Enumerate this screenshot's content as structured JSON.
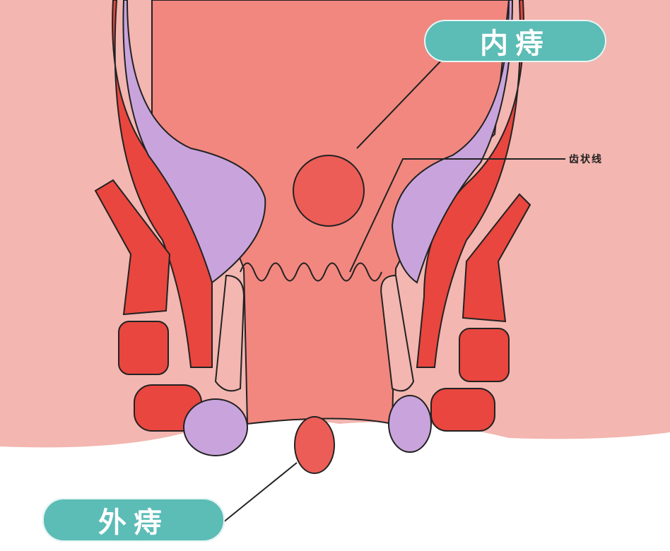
{
  "labels": {
    "internal": "内痔",
    "dentate_line": "齿状线",
    "external": "外痔"
  },
  "colors": {
    "background": "#f3b6b0",
    "rectum": "#f2877f",
    "muscle": "#e8463f",
    "venous_plexus": "#c9a4dc",
    "label_pill": "#5cbcb6",
    "skin": "#ffffff"
  }
}
